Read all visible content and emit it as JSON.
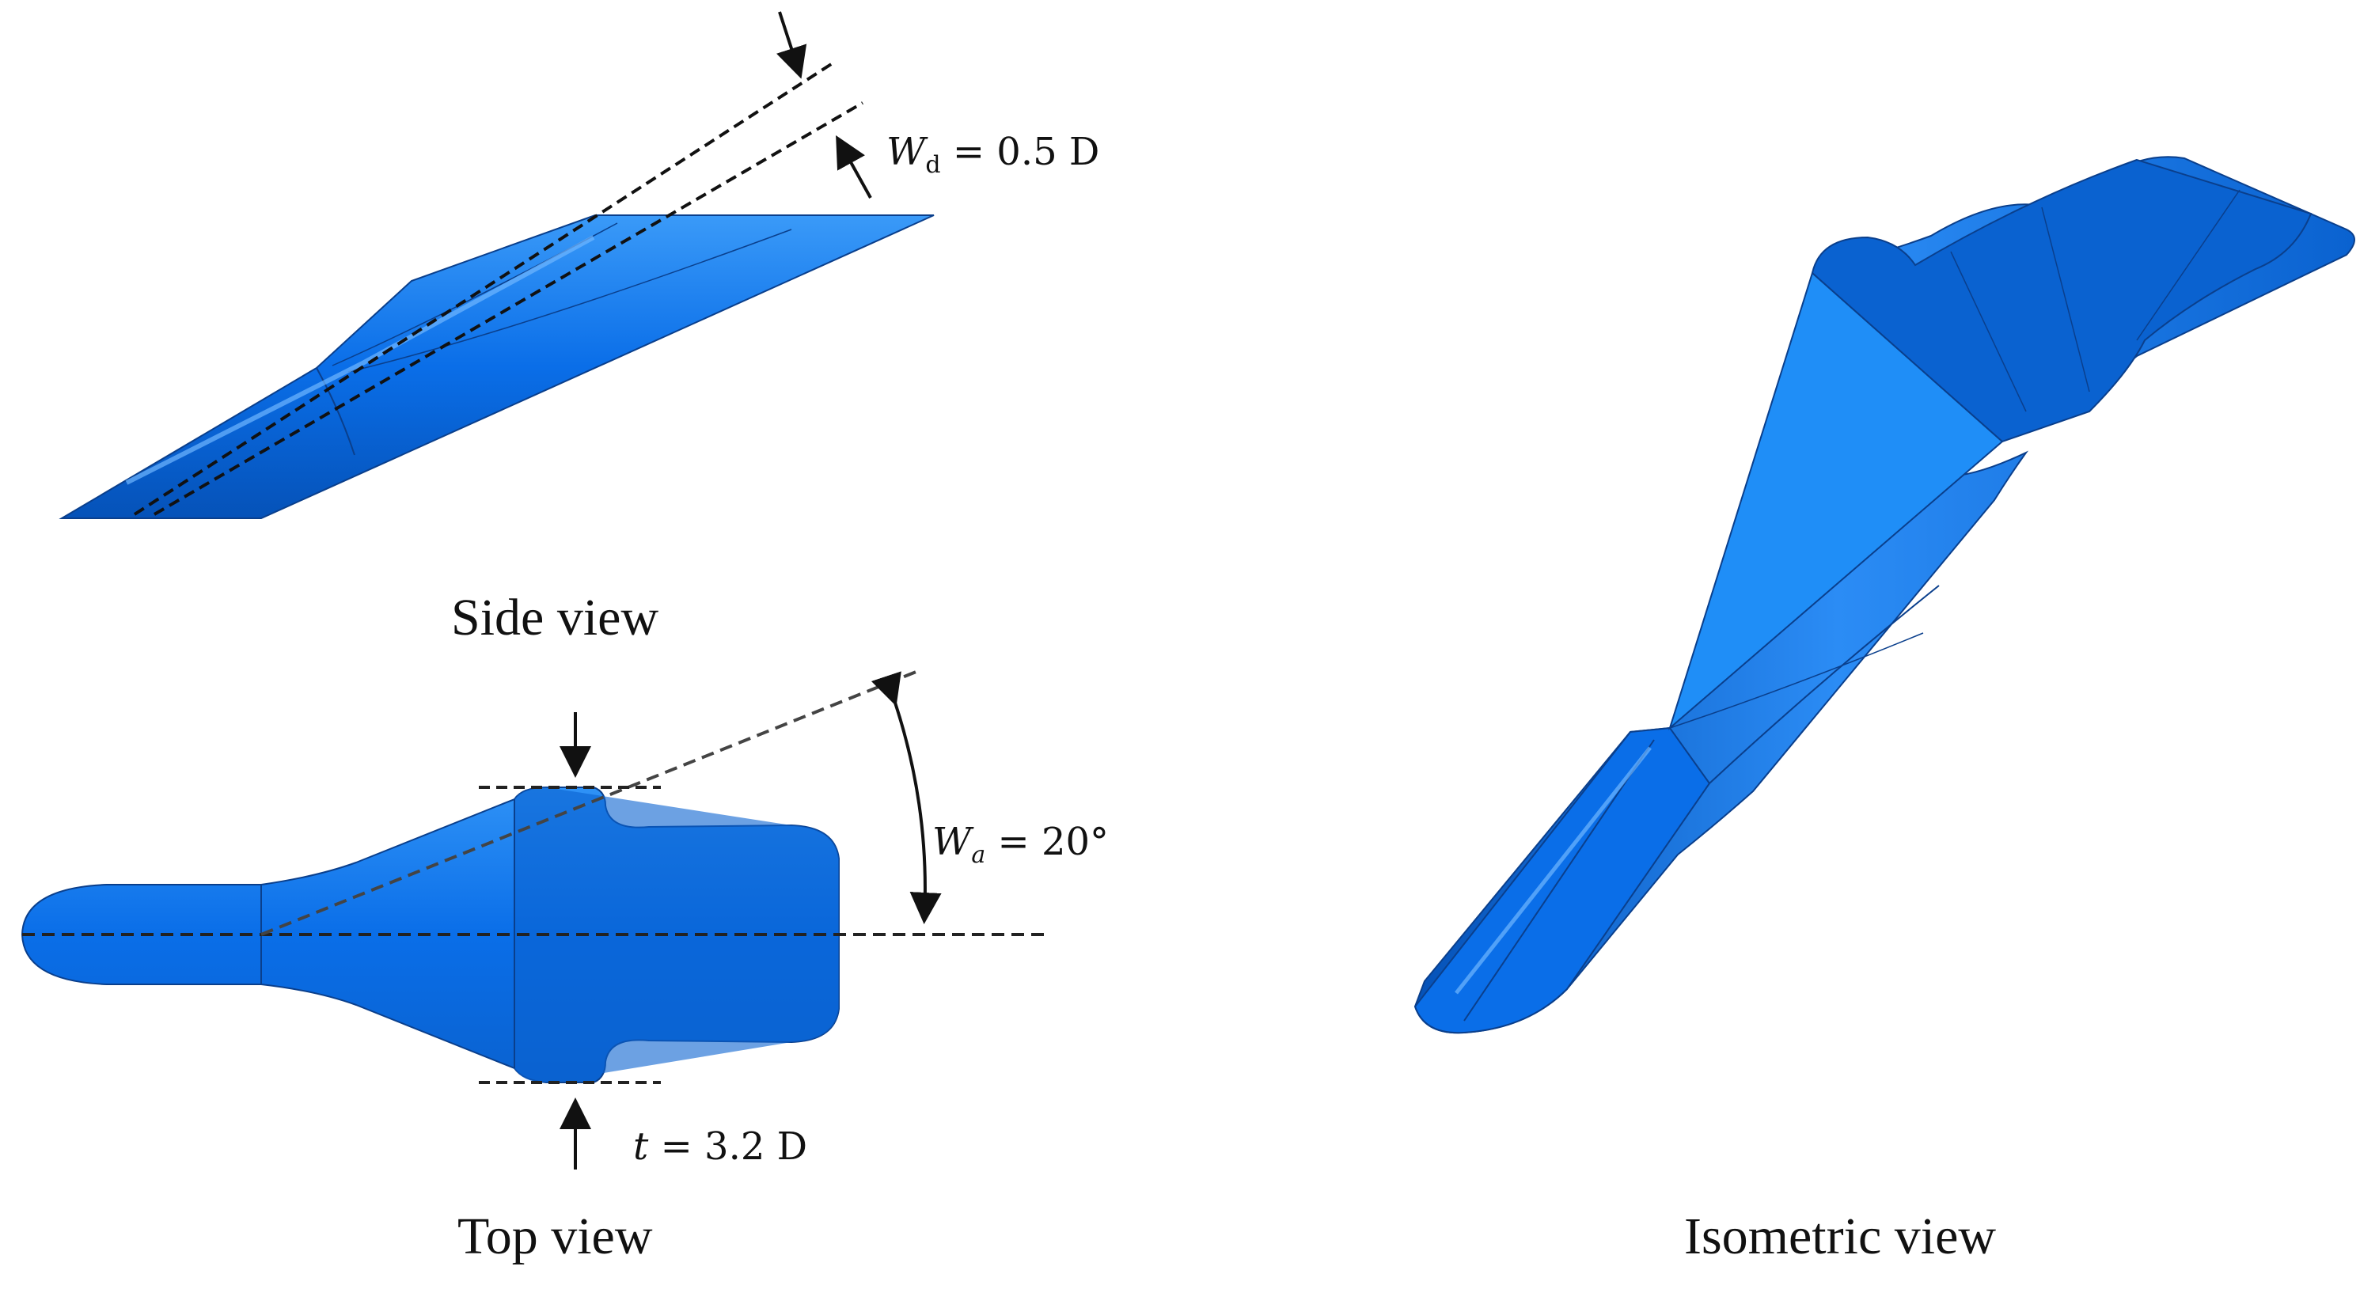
{
  "captions": {
    "side": "Side view",
    "top": "Top view",
    "isometric": "Isometric view"
  },
  "dimensions": {
    "wd": {
      "symbol": "W",
      "subscript": "d",
      "value": "= 0.5 D"
    },
    "wa": {
      "symbol": "W",
      "subscript": "a",
      "value": "= 20°"
    },
    "t": {
      "symbol": "t",
      "value": "= 3.2 D"
    }
  },
  "colors": {
    "body_blue": "#0a6ee8",
    "body_dark": "#0552b8",
    "body_light": "#2b8cf5",
    "face_light": "#1f8ef7",
    "guide_line": "#222222"
  }
}
